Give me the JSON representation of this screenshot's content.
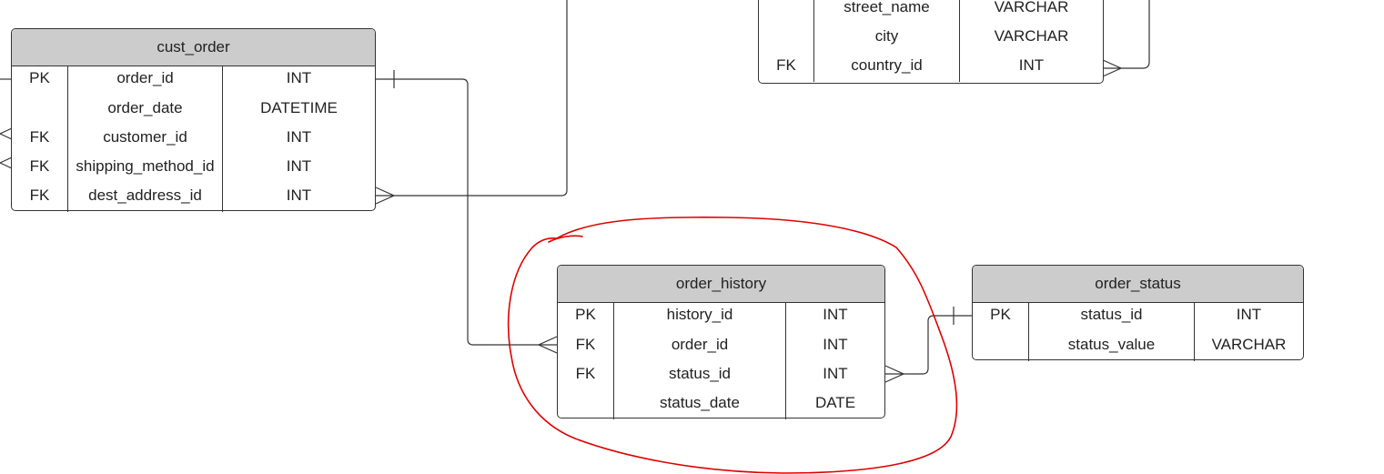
{
  "entities": {
    "address": {
      "rows": [
        {
          "key": "",
          "name": "street_name",
          "type": "VARCHAR"
        },
        {
          "key": "",
          "name": "city",
          "type": "VARCHAR"
        },
        {
          "key": "FK",
          "name": "country_id",
          "type": "INT"
        }
      ]
    },
    "cust_order": {
      "title": "cust_order",
      "rows": [
        {
          "key": "PK",
          "name": "order_id",
          "type": "INT"
        },
        {
          "key": "",
          "name": "order_date",
          "type": "DATETIME"
        },
        {
          "key": "FK",
          "name": "customer_id",
          "type": "INT"
        },
        {
          "key": "FK",
          "name": "shipping_method_id",
          "type": "INT"
        },
        {
          "key": "FK",
          "name": "dest_address_id",
          "type": "INT"
        }
      ]
    },
    "order_history": {
      "title": "order_history",
      "rows": [
        {
          "key": "PK",
          "name": "history_id",
          "type": "INT"
        },
        {
          "key": "FK",
          "name": "order_id",
          "type": "INT"
        },
        {
          "key": "FK",
          "name": "status_id",
          "type": "INT"
        },
        {
          "key": "",
          "name": "status_date",
          "type": "DATE"
        }
      ]
    },
    "order_status": {
      "title": "order_status",
      "rows": [
        {
          "key": "PK",
          "name": "status_id",
          "type": "INT"
        },
        {
          "key": "",
          "name": "status_value",
          "type": "VARCHAR"
        }
      ]
    }
  },
  "colors": {
    "header_fill": "#cccccc",
    "border": "#333333",
    "connector": "#333333",
    "highlight_annotation": "#e00000"
  }
}
